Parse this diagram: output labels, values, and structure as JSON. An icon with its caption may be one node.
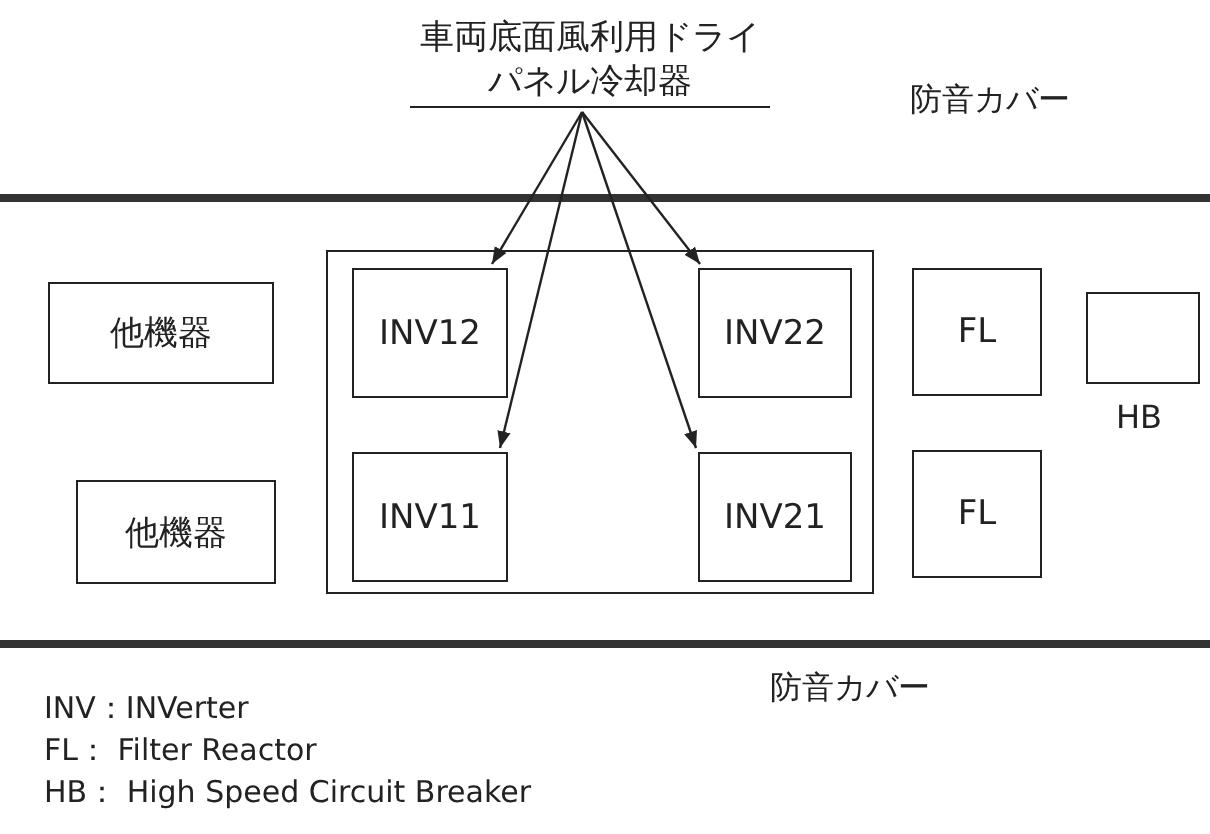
{
  "diagram": {
    "nodes": [
      {
        "text": [
          "車両底面風利用ドライパネル冷却器"
        ]
      },
      {
        "text": [
          "他機器"
        ]
      },
      {
        "text": [],
        "shape": "box"
      },
      {
        "text": [
          "INV12"
        ],
        "in": 2
      },
      {
        "text": [
          "INV22"
        ],
        "in": 2
      },
      {
        "text": [
          "FL"
        ]
      },
      {
        "text": [
          "HB"
        ]
      },
      {
        "text": [
          "他機器"
        ]
      },
      {
        "text": [
          "INV11"
        ],
        "in": 2
      },
      {
        "text": [
          "INV21"
        ],
        "in": 2
      },
      {
        "text": [
          "FL"
        ]
      }
    ],
    "edges": [
      {
        "from": 0,
        "to": 3,
        "arrow": "to"
      },
      {
        "from": 0,
        "to": 8,
        "arrow": "to"
      },
      {
        "from": 0,
        "to": 9,
        "arrow": "to"
      },
      {
        "from": 0,
        "to": 4,
        "arrow": "to"
      }
    ],
    "labels": [
      "防音カバー",
      "防音カバー",
      "INV：INVerter",
      "FL： Filter Reactor",
      "HB： High Speed Circuit Breaker"
    ]
  }
}
